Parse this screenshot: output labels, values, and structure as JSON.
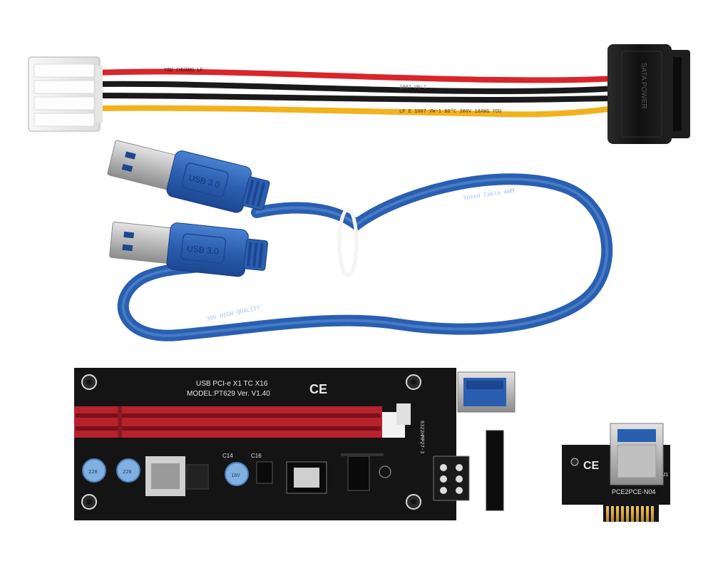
{
  "sata_cable": {
    "plug_text": "SATA POWER",
    "wire_text_yellow": "LF  E  1007  VW-1  80°C  300V  18AWG  YOU",
    "wire_text_red": "YOU  CHUANG  LF",
    "wire_text_black": "1007  VW-1"
  },
  "usb_cable": {
    "plug_top_text": "USB 3.0",
    "plug_bottom_text": "USB 3.0",
    "cable_text_1": "Speed  Cable  AWM",
    "cable_text_2": "30V  HIGH  QUALITY"
  },
  "riser_board": {
    "title_line1": "USB PCI-e X1 TC X16",
    "title_line2": "MODEL:PT629  Ver. V1.40",
    "ce_mark": "CE",
    "cap_c14": "C14",
    "cap_c16": "C16",
    "cap_text": "220",
    "cap_voltage": "16V",
    "chip_text": "6322HMP27-3"
  },
  "adapter_card": {
    "ce_mark": "CE",
    "model_text": "PCE2PCE-N04",
    "j_label": "J1"
  },
  "colors": {
    "usb_blue": "#2a5fb0",
    "pcb_black": "#141414",
    "slot_red": "#b8212e",
    "gold": "#d9a53a"
  }
}
